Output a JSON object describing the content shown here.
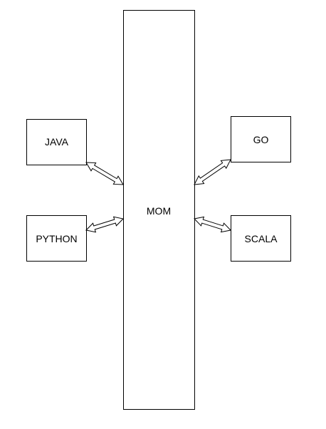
{
  "diagram": {
    "center_node": {
      "label": "MOM"
    },
    "left_nodes": [
      {
        "label": "JAVA"
      },
      {
        "label": "PYTHON"
      }
    ],
    "right_nodes": [
      {
        "label": "GO"
      },
      {
        "label": "SCALA"
      }
    ],
    "connections": [
      {
        "from": "JAVA",
        "to": "MOM",
        "style": "bidirectional"
      },
      {
        "from": "PYTHON",
        "to": "MOM",
        "style": "bidirectional"
      },
      {
        "from": "GO",
        "to": "MOM",
        "style": "bidirectional"
      },
      {
        "from": "SCALA",
        "to": "MOM",
        "style": "bidirectional"
      }
    ],
    "colors": {
      "stroke": "#000000",
      "fill": "#ffffff",
      "background": "#ffffff"
    }
  }
}
